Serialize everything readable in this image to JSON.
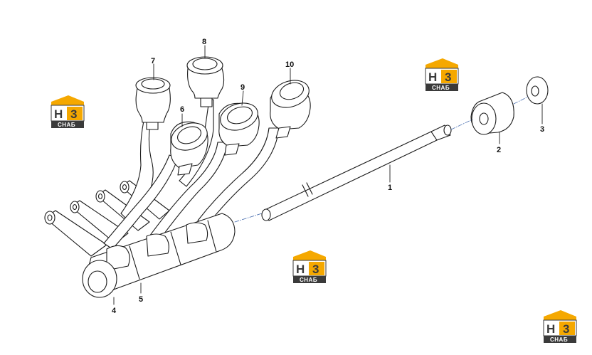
{
  "callouts": {
    "c1": "1",
    "c2": "2",
    "c3": "3",
    "c4": "4",
    "c5": "5",
    "c6": "6",
    "c7": "7",
    "c8": "8",
    "c9": "9",
    "c10": "10"
  },
  "logo": {
    "main_h": "H",
    "main_3": "3",
    "sub": "СНАБ",
    "colors": {
      "orange": "#f5a800",
      "dark": "#3a3a3a",
      "white": "#ffffff"
    }
  }
}
